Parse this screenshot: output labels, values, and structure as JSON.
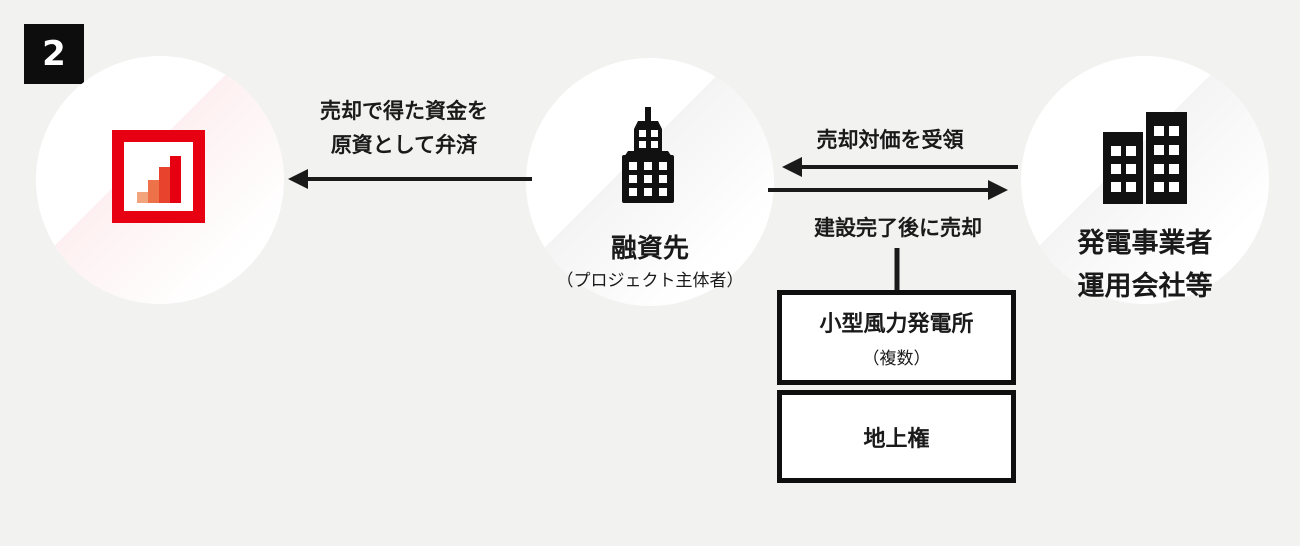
{
  "step_badge": "2",
  "colors": {
    "background": "#F2F2F1",
    "ink": "#1A1A1A",
    "circle_fill": "#FFFFFF",
    "accent_red": "#E60012",
    "logo_bar_colors": [
      "#F2A57C",
      "#ED7149",
      "#E8432D",
      "#E60012"
    ]
  },
  "bank": {
    "icon": "bank-bar-chart-logo"
  },
  "borrower": {
    "name": "融資先",
    "role": "（プロジェクト主体者）",
    "icon": "office-tower"
  },
  "operator": {
    "line1": "発電事業者",
    "line2": "運用会社等",
    "icon": "two-buildings"
  },
  "flows": {
    "repayment": {
      "line1": "売却で得た資金を",
      "line2": "原資として弁済",
      "direction": "borrower-to-bank"
    },
    "proceeds": {
      "label": "売却対価を受領",
      "direction": "operator-to-borrower"
    },
    "sale": {
      "label": "建設完了後に売却",
      "direction": "borrower-to-operator"
    }
  },
  "assets": {
    "windfarm": {
      "title": "小型風力発電所",
      "note": "（複数）"
    },
    "surface_right": {
      "title": "地上権"
    }
  }
}
